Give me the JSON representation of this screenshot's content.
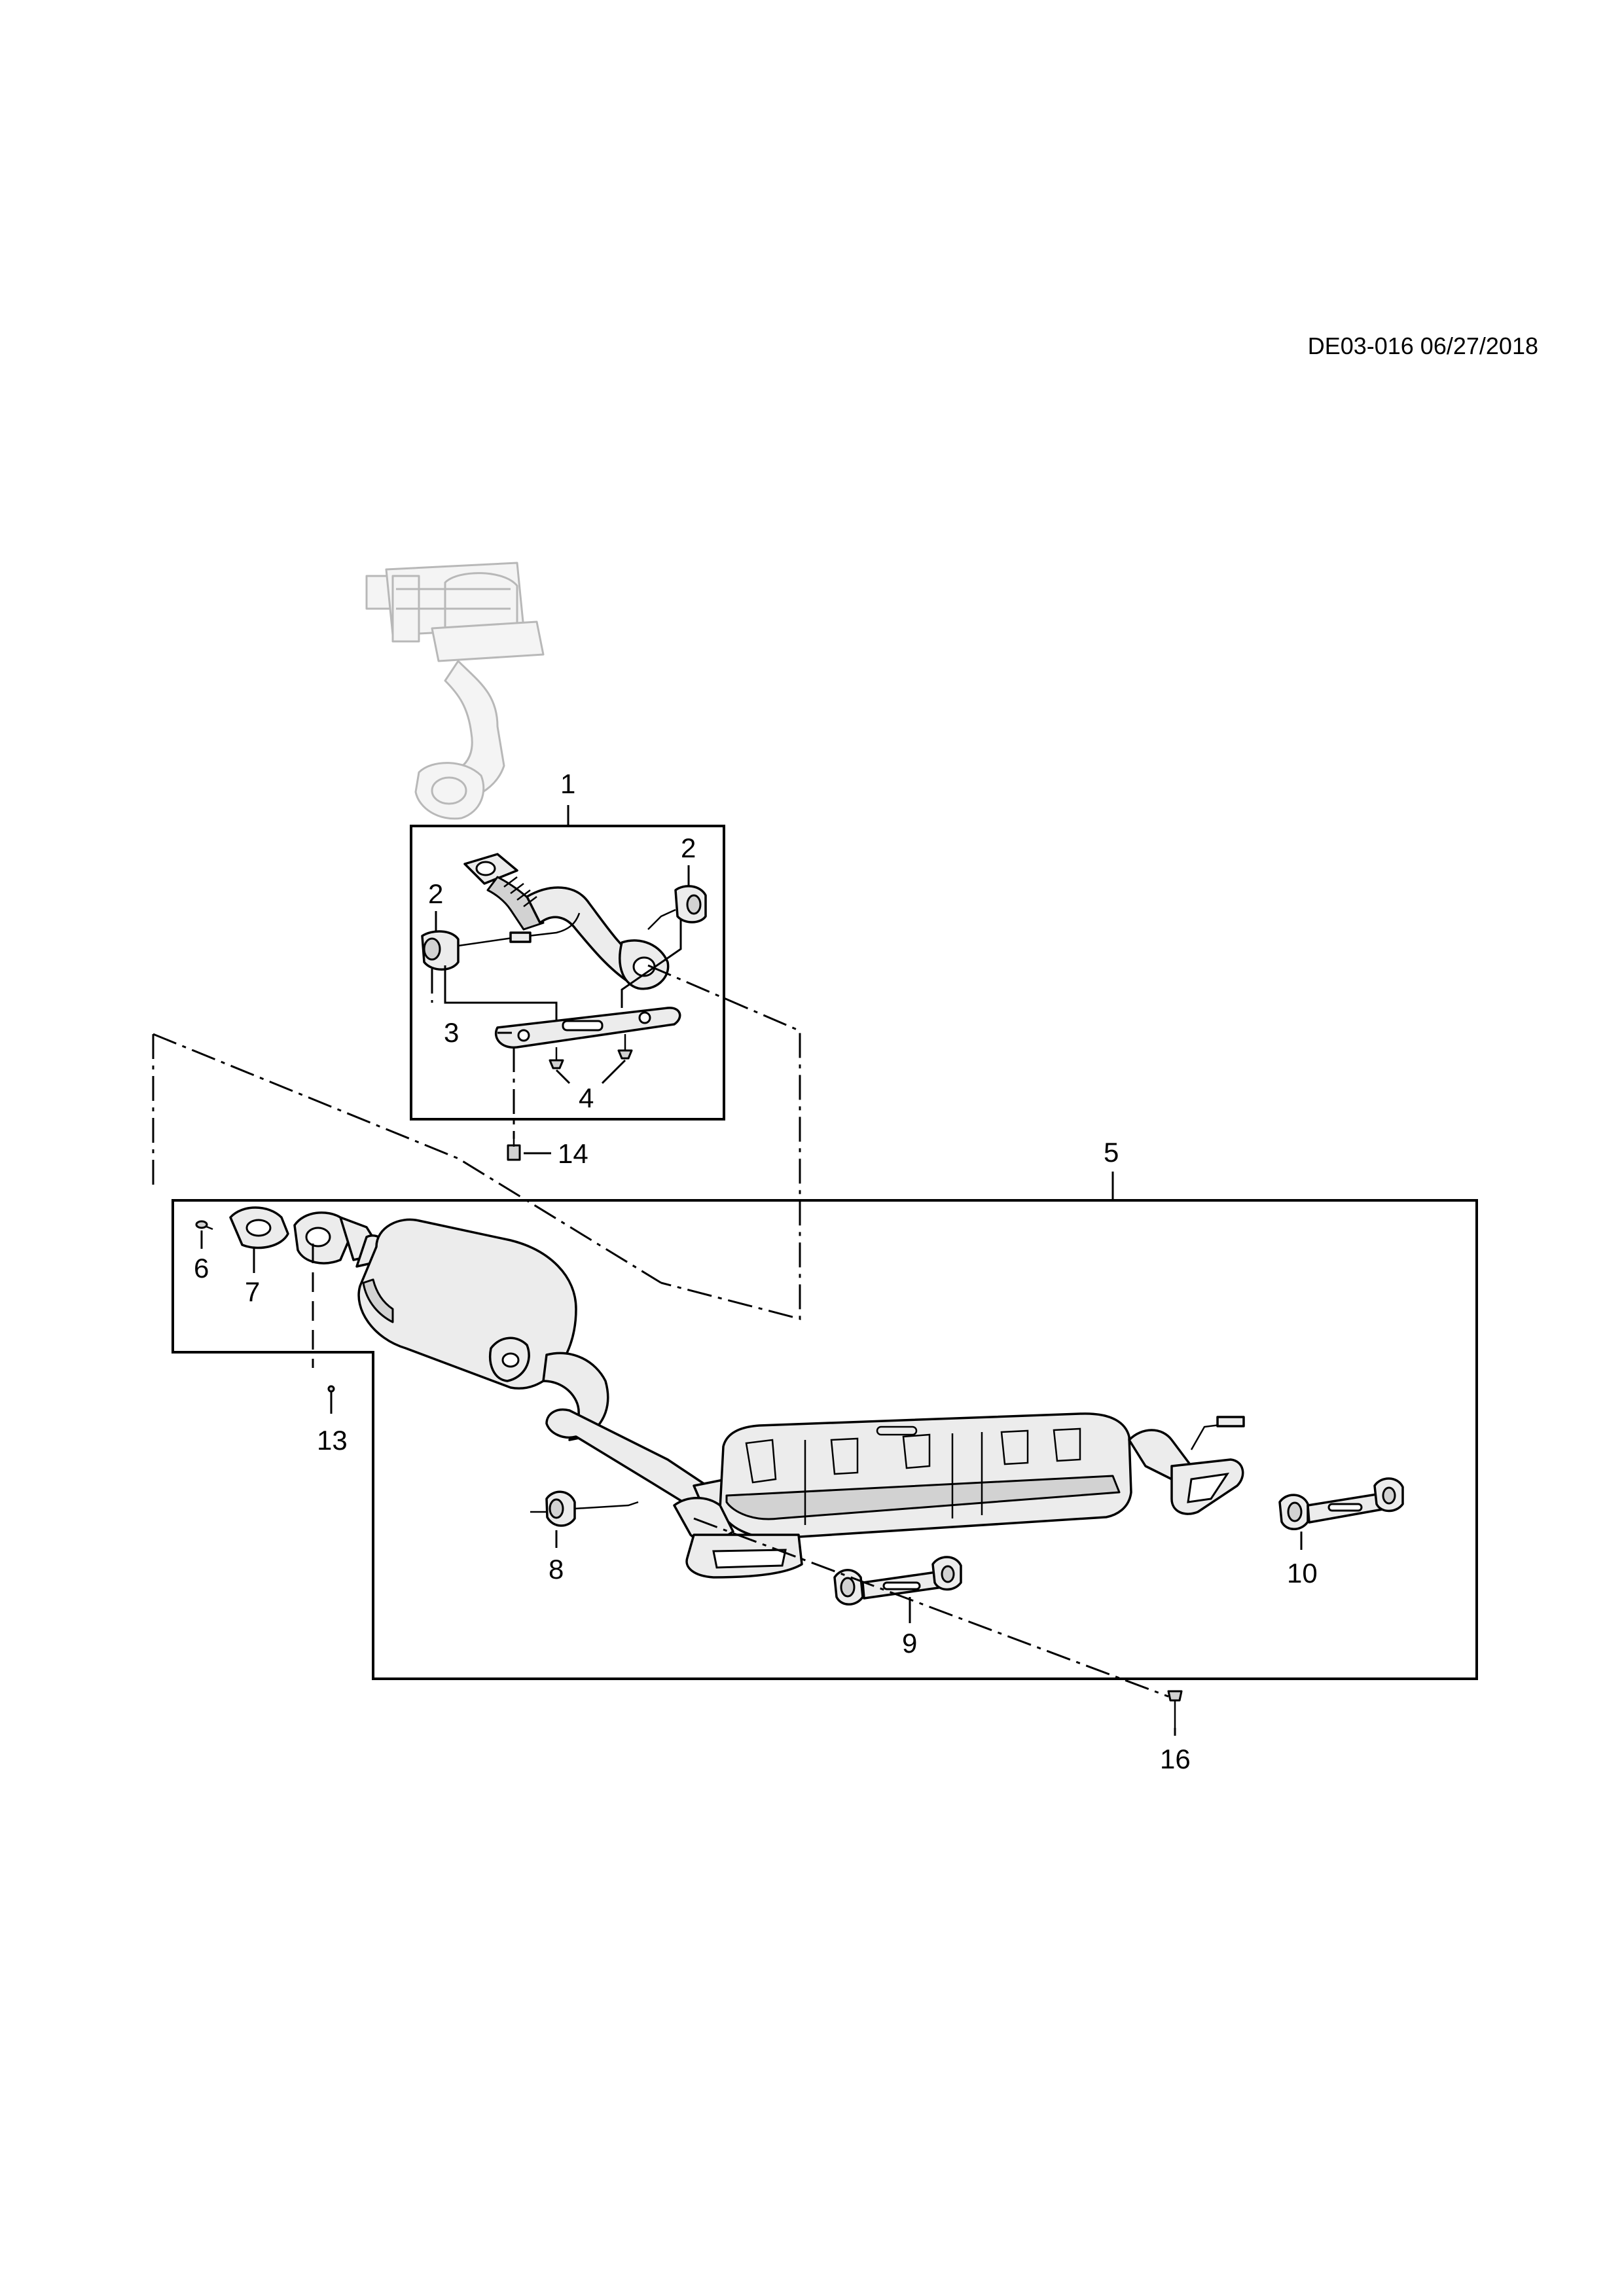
{
  "header": {
    "diagram_ref": "DE03-016 06/27/2018"
  },
  "callouts": {
    "c1": "1",
    "c2a": "2",
    "c2b": "2",
    "c3": "3",
    "c4": "4",
    "c5": "5",
    "c6": "6",
    "c7": "7",
    "c8": "8",
    "c9": "9",
    "c10": "10",
    "c13": "13",
    "c14": "14",
    "c16": "16"
  }
}
